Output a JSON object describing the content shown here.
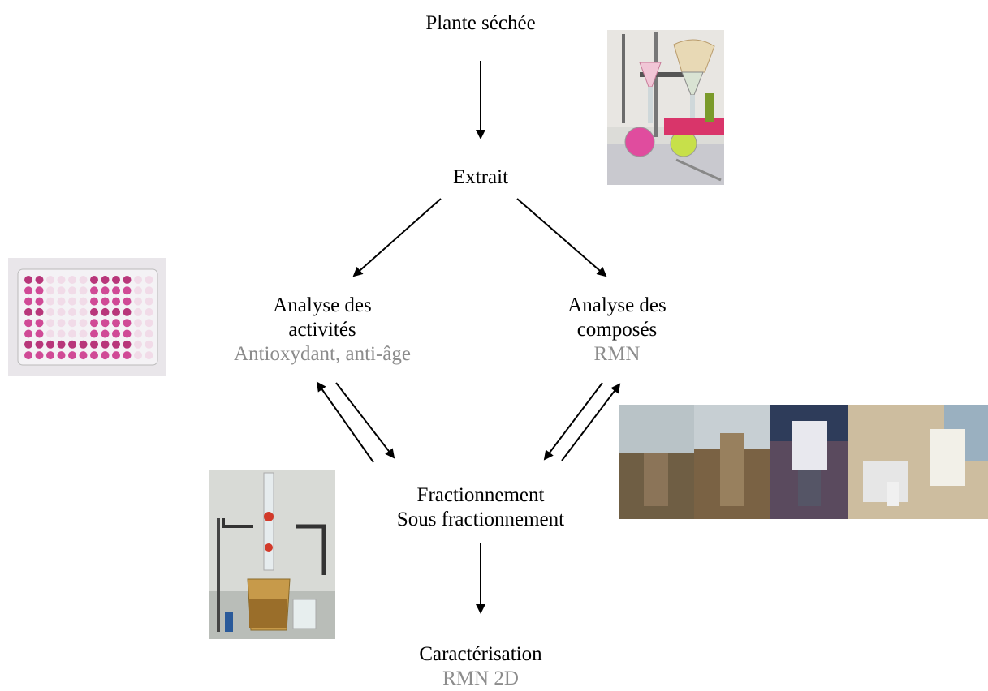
{
  "nodes": {
    "plante": "Plante séchée",
    "extrait": "Extrait",
    "analyse_activites": {
      "line1": "Analyse des",
      "line2": "activités",
      "detail": "Antioxydant, anti-âge"
    },
    "analyse_composes": {
      "line1": "Analyse des",
      "line2": "composés",
      "detail": "RMN"
    },
    "fractionnement": {
      "line1": "Fractionnement",
      "line2": "Sous fractionnement"
    },
    "caracterisation": {
      "line1": "Caractérisation",
      "detail": "RMN 2D"
    }
  },
  "photos": {
    "extraction": "photo-extraction-glassware",
    "microplate": "photo-96-well-microplate",
    "column": "photo-chromatography-column",
    "nmr": "photo-nmr-spectrometers"
  },
  "colors": {
    "text": "#000000",
    "detail_text": "#8c8c8c",
    "arrow": "#000000"
  }
}
